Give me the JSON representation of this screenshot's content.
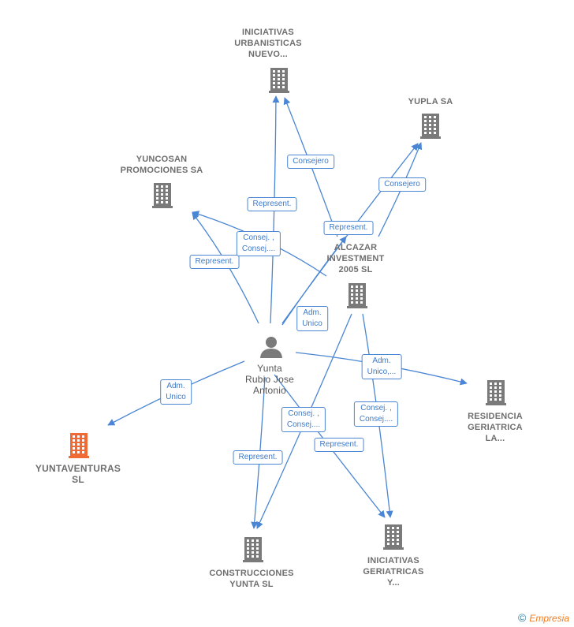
{
  "colors": {
    "edge": "#4a86d4",
    "company": "#7a7a7a",
    "focus_company": "#f06a35",
    "person": "#7a7a7a"
  },
  "nodes": [
    {
      "id": "iniciativas_urbanisticas",
      "kind": "company",
      "icon": "building-icon",
      "lines": [
        "INICIATIVAS",
        "URBANISTICAS",
        "NUEVO..."
      ]
    },
    {
      "id": "yupla",
      "kind": "company",
      "icon": "building-icon",
      "lines": [
        "YUPLA SA"
      ]
    },
    {
      "id": "yuncosan",
      "kind": "company",
      "icon": "building-icon",
      "lines": [
        "YUNCOSAN",
        "PROMOCIONES SA"
      ]
    },
    {
      "id": "alcazar",
      "kind": "company",
      "icon": "building-icon",
      "lines": [
        "ALCAZAR",
        "INVESTMENT",
        "2005  SL"
      ]
    },
    {
      "id": "person",
      "kind": "person",
      "icon": "person-icon",
      "lines": [
        "Yunta",
        "Rubio Jose",
        "Antonio"
      ]
    },
    {
      "id": "yuntaventuras",
      "kind": "focus",
      "icon": "building-icon",
      "lines": [
        "YUNTAVENTURAS",
        "SL"
      ]
    },
    {
      "id": "residencia",
      "kind": "company",
      "icon": "building-icon",
      "lines": [
        "RESIDENCIA",
        "GERIATRICA",
        "LA..."
      ]
    },
    {
      "id": "construcciones",
      "kind": "company",
      "icon": "building-icon",
      "lines": [
        "CONSTRUCCIONES",
        "YUNTA  SL"
      ]
    },
    {
      "id": "iniciativas_geriatricas",
      "kind": "company",
      "icon": "building-icon",
      "lines": [
        "INICIATIVAS",
        "GERIATRICAS",
        "Y..."
      ]
    }
  ],
  "edges": [
    {
      "from": "person",
      "to": "iniciativas_urbanisticas",
      "lines": [
        "Represent."
      ]
    },
    {
      "from": "alcazar",
      "to": "iniciativas_urbanisticas",
      "lines": [
        "Consejero"
      ]
    },
    {
      "from": "alcazar",
      "to": "yupla",
      "lines": [
        "Consejero"
      ]
    },
    {
      "from": "person",
      "to": "yupla",
      "lines": [
        "Adm.",
        "Unico"
      ]
    },
    {
      "from": "person",
      "to": "yuncosan",
      "lines": [
        "Represent."
      ]
    },
    {
      "from": "alcazar",
      "to": "yuncosan",
      "lines": [
        "Consej. ,",
        "Consej...."
      ]
    },
    {
      "from": "person",
      "to": "alcazar",
      "lines": [
        "Represent."
      ]
    },
    {
      "from": "person",
      "to": "yuntaventuras",
      "lines": [
        "Adm.",
        "Unico"
      ]
    },
    {
      "from": "person",
      "to": "residencia",
      "lines": [
        "Adm.",
        "Unico,..."
      ]
    },
    {
      "from": "person",
      "to": "construcciones",
      "lines": [
        "Represent."
      ]
    },
    {
      "from": "alcazar",
      "to": "construcciones",
      "lines": [
        "Consej. ,",
        "Consej...."
      ]
    },
    {
      "from": "person",
      "to": "iniciativas_geriatricas",
      "lines": [
        "Represent."
      ]
    },
    {
      "from": "alcazar",
      "to": "iniciativas_geriatricas",
      "lines": [
        "Consej. ,",
        "Consej...."
      ]
    }
  ],
  "watermark": {
    "symbol": "©",
    "brand": "Empresia"
  }
}
